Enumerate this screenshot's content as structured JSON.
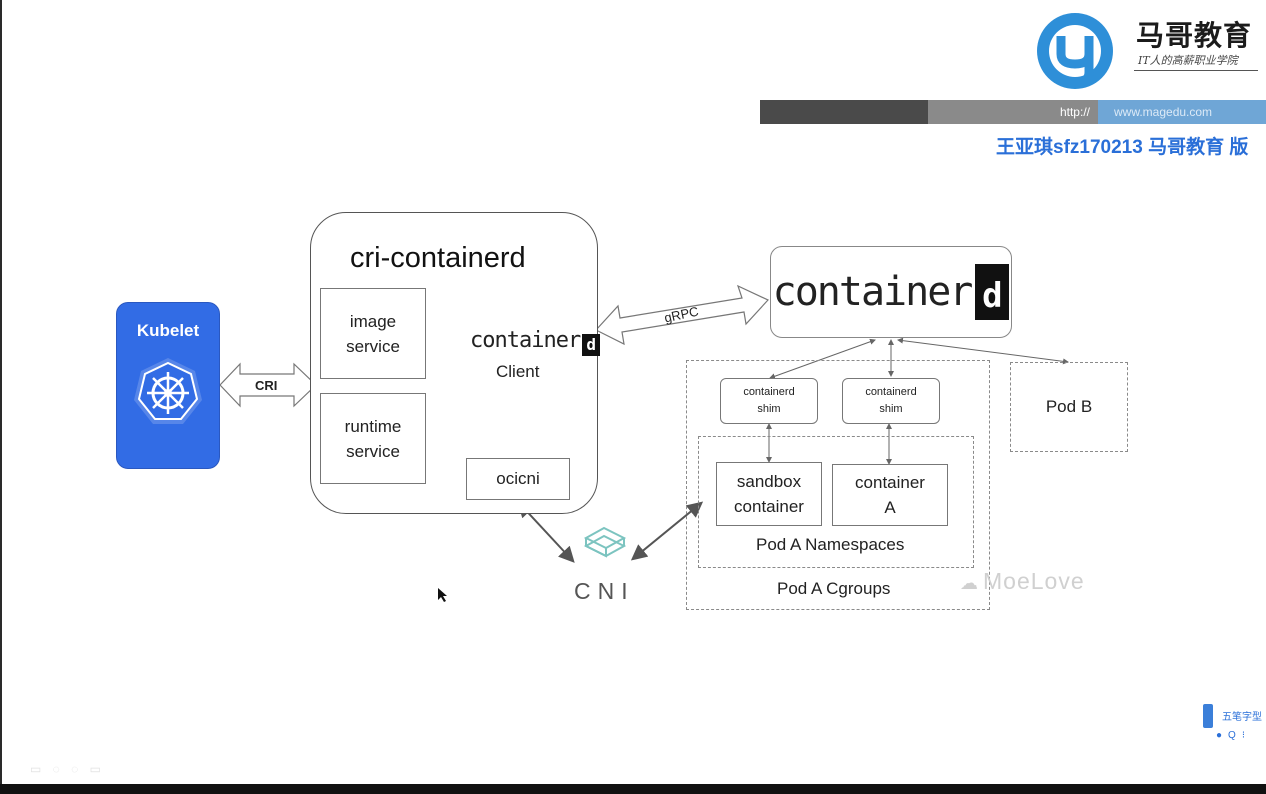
{
  "branding": {
    "name": "马哥教育",
    "slogan": "IT人的高薪职业学院",
    "url_prefix": "http://",
    "url": "www.magedu.com",
    "watermark": "王亚琪sfz170213 马哥教育 版",
    "logo_color": "#2e8fd8"
  },
  "diagram": {
    "kubelet": "Kubelet",
    "cri_label": "CRI",
    "cri_containerd_title": "cri-containerd",
    "image_service": "image\nservice",
    "runtime_service": "runtime\nservice",
    "containerd_small": "container",
    "client_label": "Client",
    "ocicni": "ocicni",
    "grpc_label": "gRPC",
    "containerd_big": "container",
    "shim1": "containerd\nshim",
    "shim2": "containerd\nshim",
    "pod_b": "Pod B",
    "sandbox_container": "sandbox\ncontainer",
    "container_a": "container\nA",
    "pod_a_namespaces": "Pod A Namespaces",
    "pod_a_cgroups": "Pod A Cgroups",
    "cni": "CNI",
    "moelove": "MoeLove",
    "kubelet_color": "#326ce5"
  },
  "side_widget": {
    "text": "五笔字型",
    "icons": "●Q⁝"
  },
  "faint_toolbar": "▭ ◌ ◌ ▭"
}
